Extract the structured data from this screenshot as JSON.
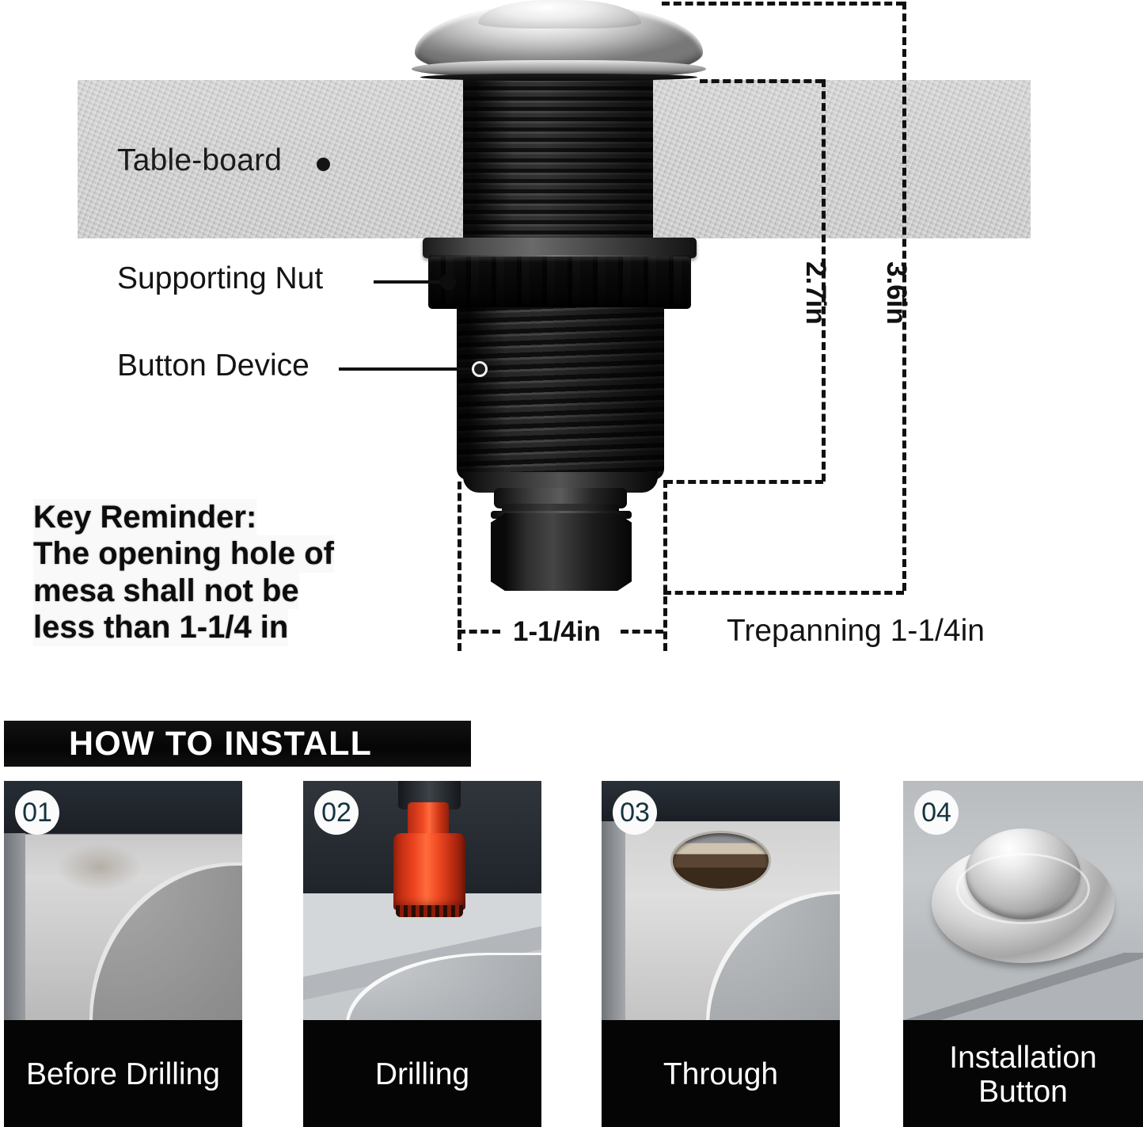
{
  "diagram": {
    "table_board_label": "Table-board",
    "supporting_nut_label": "Supporting Nut",
    "button_device_label": "Button Device",
    "key_reminder": {
      "line1": "Key Reminder:",
      "line2": "The opening hole of",
      "line3": "mesa shall not be",
      "line4": "less than 1-1/4 in"
    },
    "dimensions": {
      "upper_depth": "2.7in",
      "total_depth": "3.6in",
      "hole_width": "1-1/4in",
      "trepanning": "Trepanning 1-1/4in"
    }
  },
  "howto": {
    "banner_title": "HOW TO INSTALL",
    "steps": [
      {
        "number": "01",
        "caption": "Before Drilling"
      },
      {
        "number": "02",
        "caption": "Drilling"
      },
      {
        "number": "03",
        "caption": "Through"
      },
      {
        "number": "04",
        "caption": "Installation Button"
      }
    ]
  },
  "colors": {
    "board_gray": "#c4c4c4",
    "banner_black": "#080808",
    "caption_black": "#050505",
    "badge_white": "#fbfbfb",
    "drill_red": "#ef4a22",
    "text_dark": "#141414"
  }
}
